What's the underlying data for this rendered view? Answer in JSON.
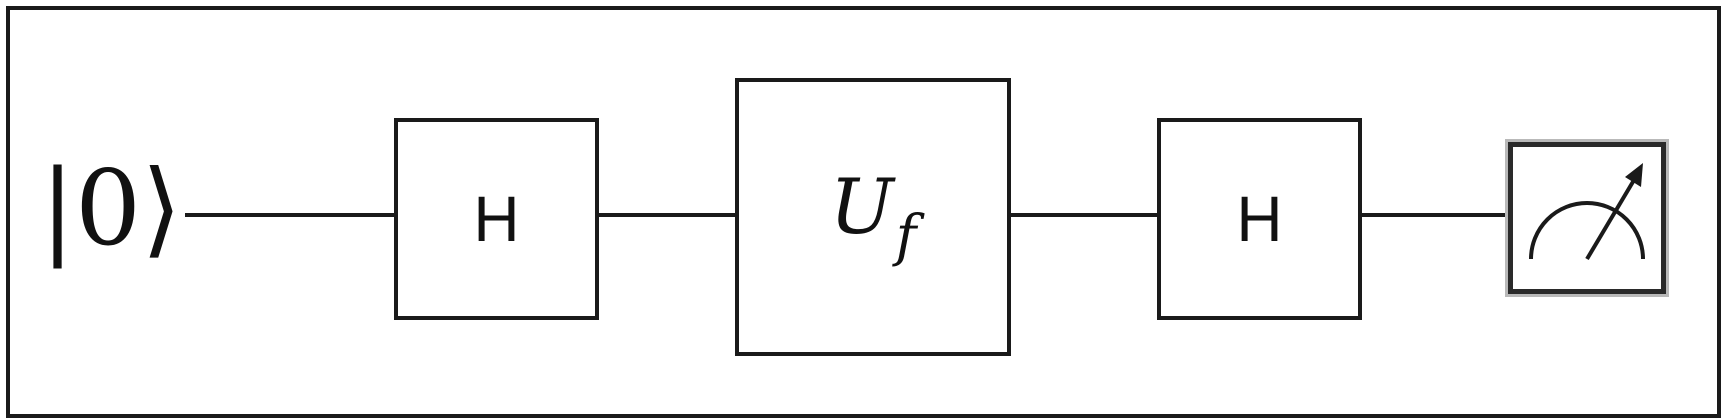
{
  "circuit": {
    "input_state": "|0⟩",
    "gates": [
      {
        "label": "H",
        "kind": "hadamard"
      },
      {
        "label_main": "U",
        "label_sub": "f",
        "kind": "oracle"
      },
      {
        "label": "H",
        "kind": "hadamard"
      }
    ],
    "output": {
      "kind": "measurement",
      "icon": "meter-icon"
    }
  }
}
